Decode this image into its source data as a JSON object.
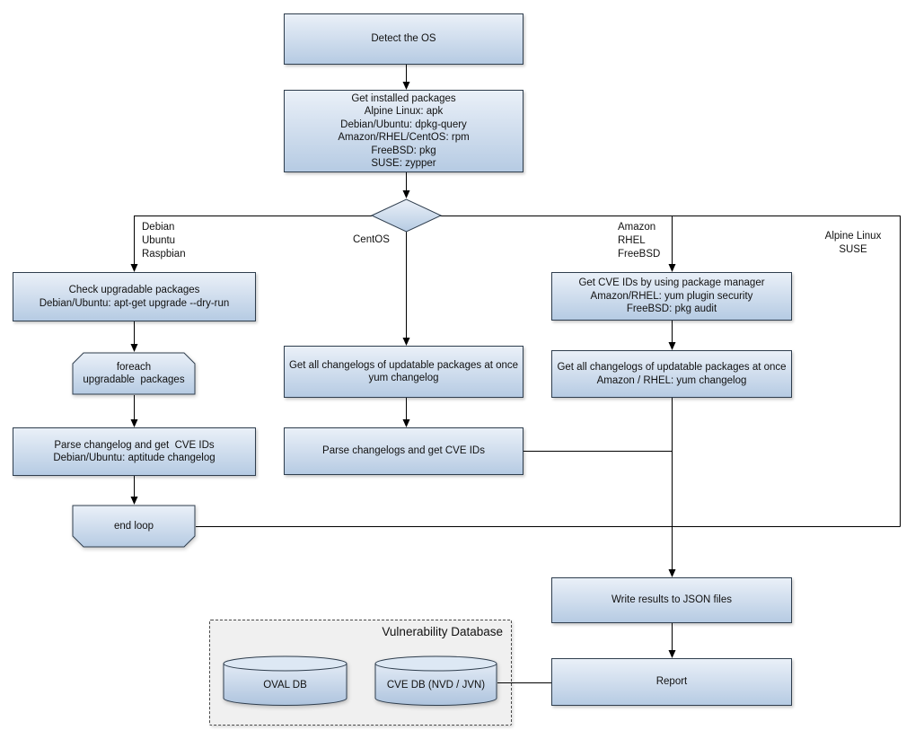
{
  "colors": {
    "node_fill_top": "#eaf0f8",
    "node_fill_bottom": "#b6cbe3",
    "node_border": "#2f3e4e",
    "edge_line": "#000000",
    "db_panel_fill": "#f0f0f0"
  },
  "nodes": {
    "detect_os": {
      "label": "Detect the OS"
    },
    "get_installed_packages": {
      "label": "Get installed packages\nAlpine Linux: apk\nDebian/Ubuntu: dpkg-query\nAmazon/RHEL/CentOS: rpm\nFreeBSD: pkg\nSUSE: zypper"
    },
    "check_upgradable_packages": {
      "label": "Check upgradable packages\nDebian/Ubuntu: apt-get upgrade --dry-run"
    },
    "foreach_loop_start": {
      "label": "foreach\nupgradable  packages"
    },
    "parse_changelog_debian": {
      "label": "Parse changelog and get  CVE IDs\nDebian/Ubuntu: aptitude changelog"
    },
    "end_loop": {
      "label": "end loop"
    },
    "centos_get_changelogs": {
      "label": "Get all changelogs of updatable packages at once\nyum changelog"
    },
    "centos_parse_changelogs": {
      "label": "Parse changelogs and get CVE IDs"
    },
    "get_cve_ids_package_manager": {
      "label": "Get CVE IDs by using package manager\nAmazon/RHEL: yum plugin security\nFreeBSD: pkg audit"
    },
    "amazon_get_changelogs": {
      "label": "Get all changelogs of updatable packages at once\nAmazon / RHEL: yum changelog"
    },
    "write_results": {
      "label": "Write results to JSON files"
    },
    "report": {
      "label": "Report"
    },
    "oval_db": {
      "label": "OVAL DB"
    },
    "cve_db": {
      "label": "CVE DB (NVD / JVN)"
    }
  },
  "groups": {
    "vulnerability_database": {
      "title": "Vulnerability Database"
    }
  },
  "edge_labels": {
    "debian_branch": "Debian\nUbuntu\nRaspbian",
    "centos_branch": "CentOS",
    "amazon_branch": "Amazon\nRHEL\nFreeBSD",
    "alpine_branch": "Alpine Linux\nSUSE"
  }
}
